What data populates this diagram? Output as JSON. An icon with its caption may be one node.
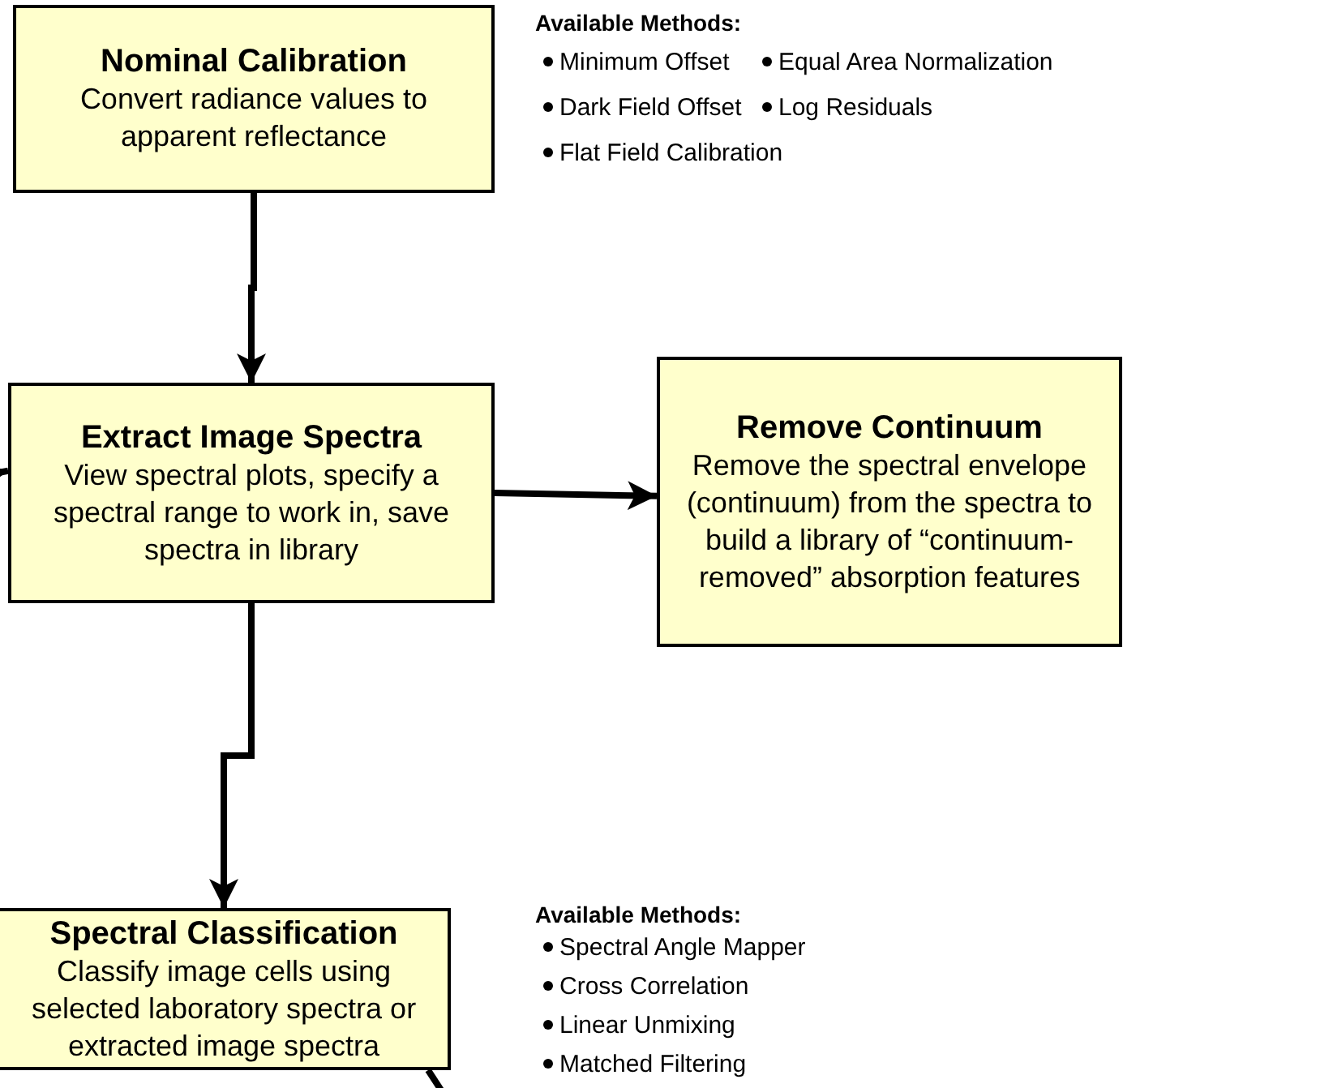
{
  "diagram": {
    "nodes": [
      {
        "text": [
          "Nominal Calibration",
          "Convert radiance values to apparent reflectance"
        ]
      },
      {
        "text": [
          "Extract Image Spectra",
          "View spectral plots, specify a spectral range to work in, save spectra in library"
        ]
      },
      {
        "text": [
          "Remove Continuum",
          "Remove the spectral envelope (continuum) from the spectra to build a library of “continuum-removed” absorption features"
        ]
      },
      {
        "text": [
          "Spectral Classification",
          "Classify image cells using selected laboratory spectra or extracted image spectra"
        ]
      }
    ],
    "edges": [
      {
        "from": 0,
        "to": 1,
        "arrow": "to"
      },
      {
        "from": null,
        "to": 1,
        "arrow": "to"
      },
      {
        "from": 1,
        "to": 2,
        "arrow": "to"
      },
      {
        "from": 1,
        "to": 3,
        "arrow": "to"
      },
      {
        "from": 3,
        "to": null,
        "arrow": "none"
      }
    ],
    "labels": [
      "Available Methods:",
      "Minimum Offset",
      "Equal Area Normalization",
      "Dark Field Offset",
      "Log Residuals",
      "Flat Field Calibration",
      "Available Methods:",
      "Spectral Angle Mapper",
      "Cross Correlation",
      "Linear Unmixing",
      "Matched Filtering"
    ]
  }
}
